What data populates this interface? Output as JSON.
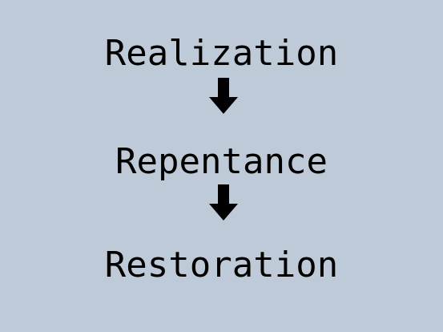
{
  "slide": {
    "background_color": "#bfcad8",
    "text_color": "#000000",
    "steps": [
      {
        "label": "Realization"
      },
      {
        "label": "Repentance"
      },
      {
        "label": "Restoration"
      }
    ],
    "connector_icon": "down-arrow-icon"
  }
}
